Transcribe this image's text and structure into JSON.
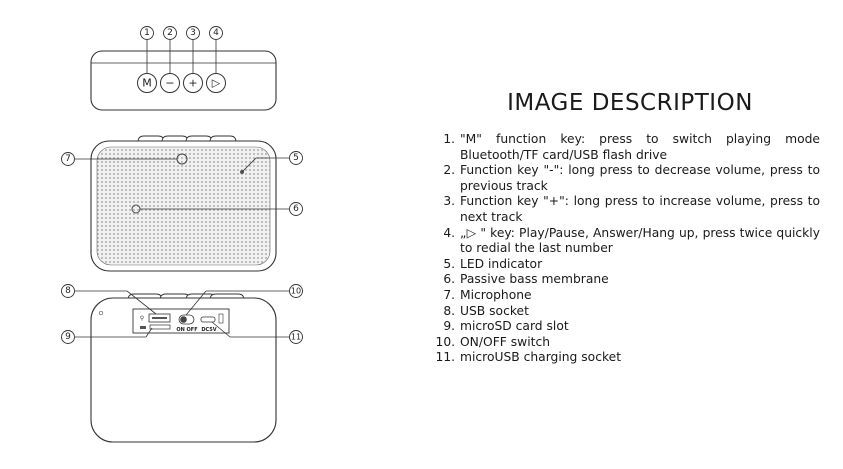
{
  "description": {
    "title": "IMAGE DESCRIPTION",
    "items": [
      "\"M\" function key: press to switch playing mode Bluetooth/TF card/USB flash drive",
      "Function key \"-\": long press to decrease volume, press to previous track",
      "Function key \"+\": long press to increase volume, press to next track",
      "„▷ \" key: Play/Pause, Answer/Hang up, press twice quickly to redial the last number",
      "LED indicator",
      "Passive bass membrane",
      "Microphone",
      "USB socket",
      "microSD card slot",
      "ON/OFF switch",
      "microUSB charging socket"
    ]
  },
  "diagram": {
    "callouts": [
      "1",
      "2",
      "3",
      "4",
      "5",
      "6",
      "7",
      "8",
      "9",
      "10",
      "11"
    ],
    "buttons": [
      "M",
      "−",
      "+",
      "▷"
    ],
    "ports": {
      "switch_label": "ON OFF",
      "charge_label": "DC5V"
    }
  }
}
